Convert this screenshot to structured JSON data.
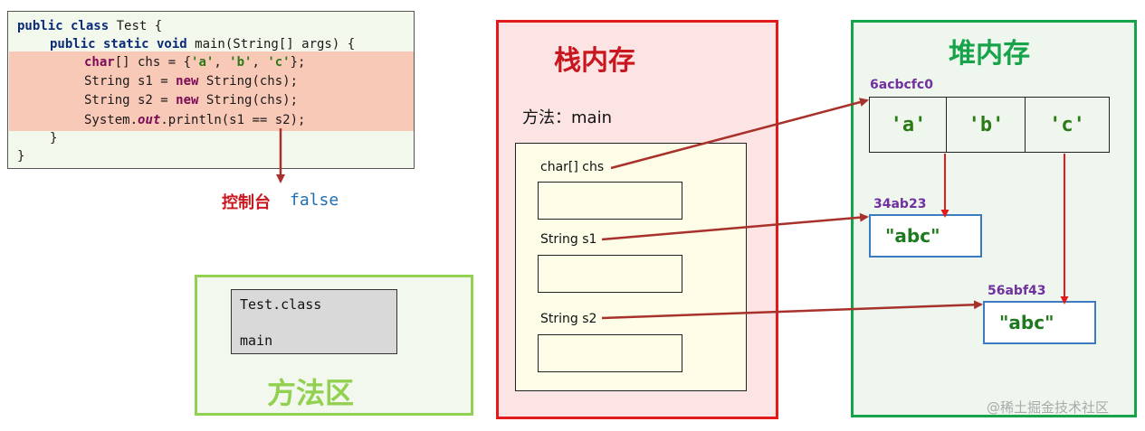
{
  "code": {
    "line1_kw": "public class",
    "line1_rest": " Test {",
    "line2_kw": "public static void",
    "line2_rest": " main(String[] args) {",
    "line3_kw": "char",
    "line3_a": "[] chs = {",
    "line3_s1": "'a'",
    "line3_c1": ", ",
    "line3_s2": "'b'",
    "line3_c2": ", ",
    "line3_s3": "'c'",
    "line3_end": "};",
    "line4_a": "String s1 = ",
    "line4_kw": "new",
    "line4_b": " String(chs);",
    "line5_a": "String s2 = ",
    "line5_kw": "new",
    "line5_b": " String(chs);",
    "line6_a": "System.",
    "line6_field": "out",
    "line6_b": ".println(s1 == s2);",
    "line7": "}",
    "line8": "}"
  },
  "console": {
    "label": "控制台",
    "value": "false"
  },
  "method_area": {
    "title": "方法区",
    "class_name": "Test.class",
    "method": "main"
  },
  "stack": {
    "title": "栈内存",
    "method_label": "方法：main",
    "vars": [
      "char[] chs",
      "String  s1",
      "String  s2"
    ]
  },
  "heap": {
    "title": "堆内存",
    "array_addr": "6acbcfc0",
    "array_cells": [
      "'a'",
      "'b'",
      "'c'"
    ],
    "string1_addr": "34ab23",
    "string1_value": "\"abc\"",
    "string2_addr": "56abf43",
    "string2_value": "\"abc\""
  },
  "colors": {
    "stack_border": "#e11b1b",
    "heap_border": "#16a34a",
    "method_area_border": "#92d050",
    "pointer_arrow": "#a8312b",
    "address_text": "#7030a0"
  },
  "watermark": "@稀土掘金技术社区"
}
